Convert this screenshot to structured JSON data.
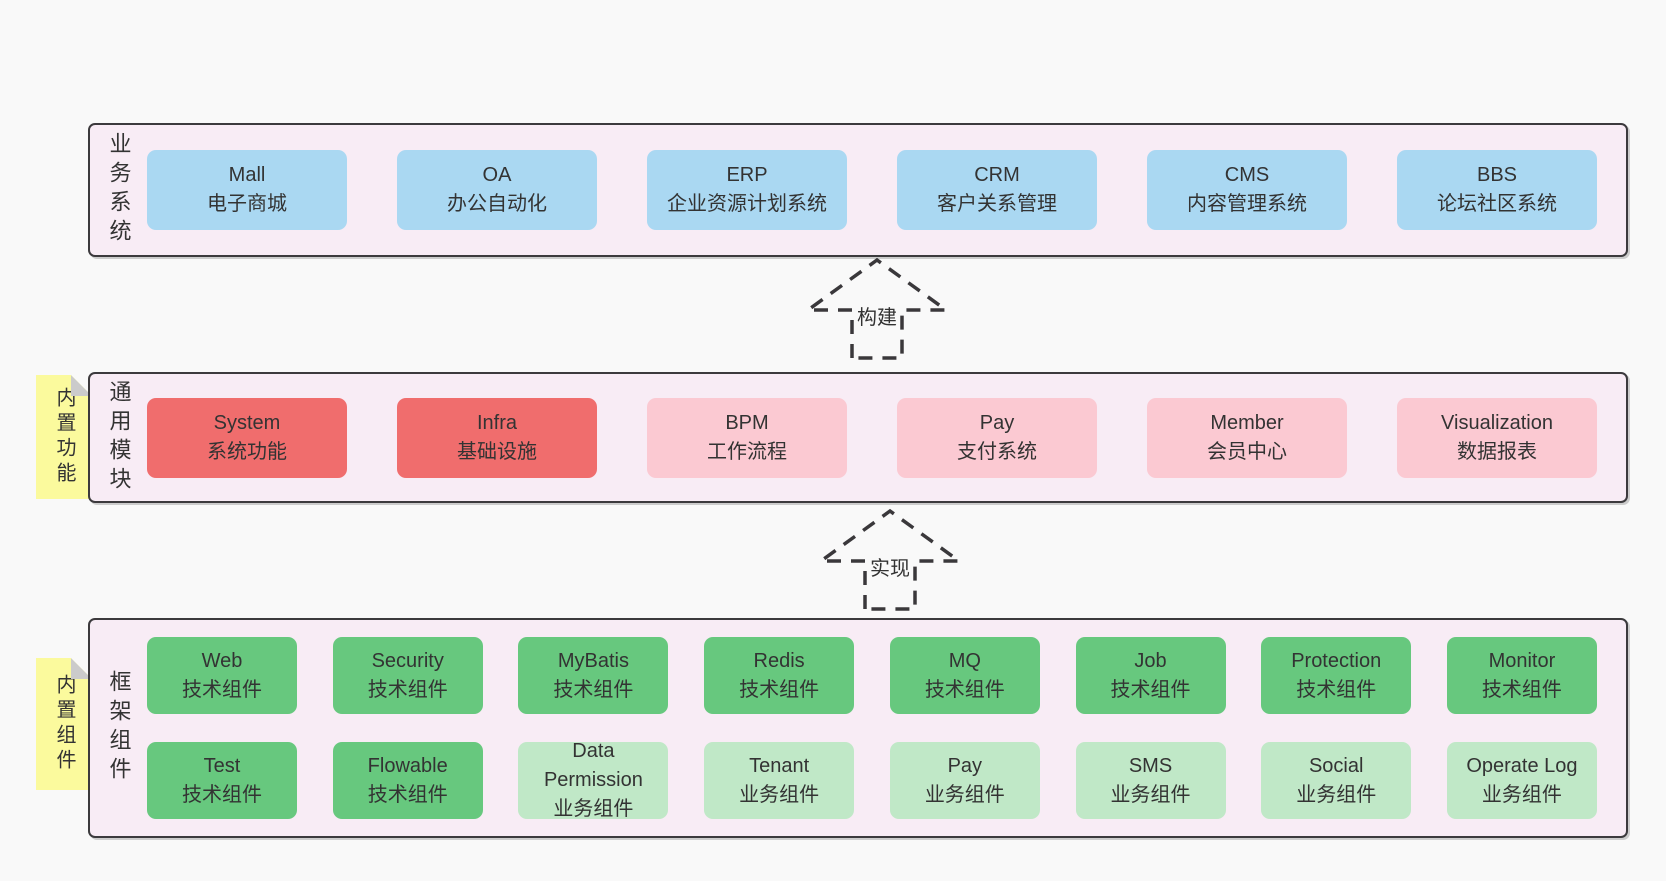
{
  "colors": {
    "blue": "#aad8f2",
    "red": "#f06d6d",
    "pink": "#fbc9d2",
    "green": "#67c87e",
    "lightgreen": "#c0e8c7",
    "container_bg": "#f8ecf5",
    "container_border": "#3c3a3d",
    "note_bg": "#fbfa9d",
    "note_fold": "#cbcbcb",
    "page_bg": "#f9f9f9",
    "text": "#333333",
    "arrow_stroke": "#3a383b"
  },
  "layers": {
    "business": {
      "label": "业务系统",
      "items": [
        {
          "name": "Mall",
          "desc": "电子商城",
          "variant": "blue"
        },
        {
          "name": "OA",
          "desc": "办公自动化",
          "variant": "blue"
        },
        {
          "name": "ERP",
          "desc": "企业资源计划系统",
          "variant": "blue"
        },
        {
          "name": "CRM",
          "desc": "客户关系管理",
          "variant": "blue"
        },
        {
          "name": "CMS",
          "desc": "内容管理系统",
          "variant": "blue"
        },
        {
          "name": "BBS",
          "desc": "论坛社区系统",
          "variant": "blue"
        }
      ]
    },
    "modules": {
      "label": "通用模块",
      "note": "内置功能",
      "items": [
        {
          "name": "System",
          "desc": "系统功能",
          "variant": "red"
        },
        {
          "name": "Infra",
          "desc": "基础设施",
          "variant": "red"
        },
        {
          "name": "BPM",
          "desc": "工作流程",
          "variant": "pink"
        },
        {
          "name": "Pay",
          "desc": "支付系统",
          "variant": "pink"
        },
        {
          "name": "Member",
          "desc": "会员中心",
          "variant": "pink"
        },
        {
          "name": "Visualization",
          "desc": "数据报表",
          "variant": "pink"
        }
      ]
    },
    "framework": {
      "label": "框架组件",
      "note": "内置组件",
      "rows": [
        [
          {
            "name": "Web",
            "desc": "技术组件",
            "variant": "green"
          },
          {
            "name": "Security",
            "desc": "技术组件",
            "variant": "green"
          },
          {
            "name": "MyBatis",
            "desc": "技术组件",
            "variant": "green"
          },
          {
            "name": "Redis",
            "desc": "技术组件",
            "variant": "green"
          },
          {
            "name": "MQ",
            "desc": "技术组件",
            "variant": "green"
          },
          {
            "name": "Job",
            "desc": "技术组件",
            "variant": "green"
          },
          {
            "name": "Protection",
            "desc": "技术组件",
            "variant": "green"
          },
          {
            "name": "Monitor",
            "desc": "技术组件",
            "variant": "green"
          }
        ],
        [
          {
            "name": "Test",
            "desc": "技术组件",
            "variant": "green"
          },
          {
            "name": "Flowable",
            "desc": "技术组件",
            "variant": "green"
          },
          {
            "name": "Data Permission",
            "desc": "业务组件",
            "variant": "lightgreen"
          },
          {
            "name": "Tenant",
            "desc": "业务组件",
            "variant": "lightgreen"
          },
          {
            "name": "Pay",
            "desc": "业务组件",
            "variant": "lightgreen"
          },
          {
            "name": "SMS",
            "desc": "业务组件",
            "variant": "lightgreen"
          },
          {
            "name": "Social",
            "desc": "业务组件",
            "variant": "lightgreen"
          },
          {
            "name": "Operate Log",
            "desc": "业务组件",
            "variant": "lightgreen"
          }
        ]
      ]
    }
  },
  "arrows": {
    "build": {
      "label": "构建"
    },
    "implement": {
      "label": "实现"
    }
  }
}
